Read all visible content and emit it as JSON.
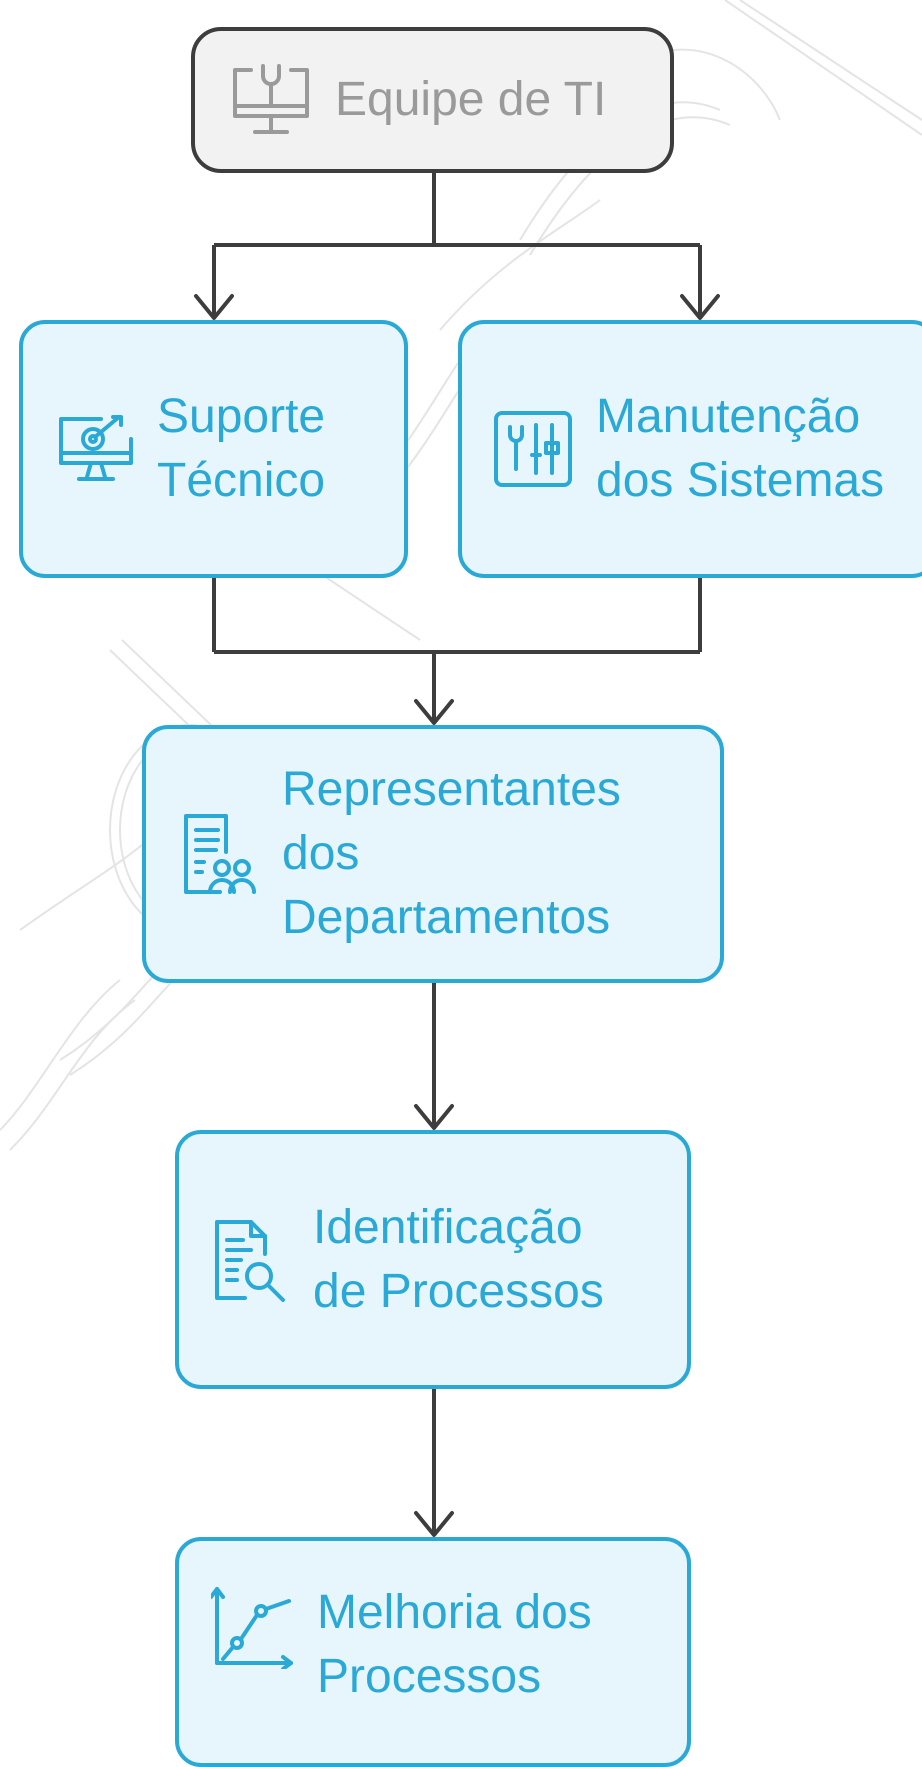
{
  "diagram": {
    "nodes": {
      "it_team": {
        "label": "Equipe de TI",
        "icon": "monitor-wrench-icon"
      },
      "tech_support": {
        "label": "Suporte Técnico",
        "icon": "monitor-target-icon"
      },
      "system_maintenance": {
        "label": "Manutenção dos Sistemas",
        "icon": "tools-panel-icon"
      },
      "dept_reps": {
        "label": "Representantes dos Departamentos",
        "icon": "document-users-icon"
      },
      "process_id": {
        "label": "Identificação de Processos",
        "icon": "document-search-icon"
      },
      "process_improvement": {
        "label": "Melhoria dos Processos",
        "icon": "growth-chart-icon"
      }
    },
    "edges": [
      {
        "from": "it_team",
        "to": "tech_support"
      },
      {
        "from": "it_team",
        "to": "system_maintenance"
      },
      {
        "from": "tech_support",
        "to": "dept_reps"
      },
      {
        "from": "system_maintenance",
        "to": "dept_reps"
      },
      {
        "from": "dept_reps",
        "to": "process_id"
      },
      {
        "from": "process_id",
        "to": "process_improvement"
      }
    ],
    "colors": {
      "accent": "#2ba9d6",
      "node_fill": "#e6f6fc",
      "root_border": "#3d3d3d",
      "root_fill": "#f2f2f2",
      "root_text": "#9a9a9a",
      "connector": "#3d3d3d"
    }
  }
}
